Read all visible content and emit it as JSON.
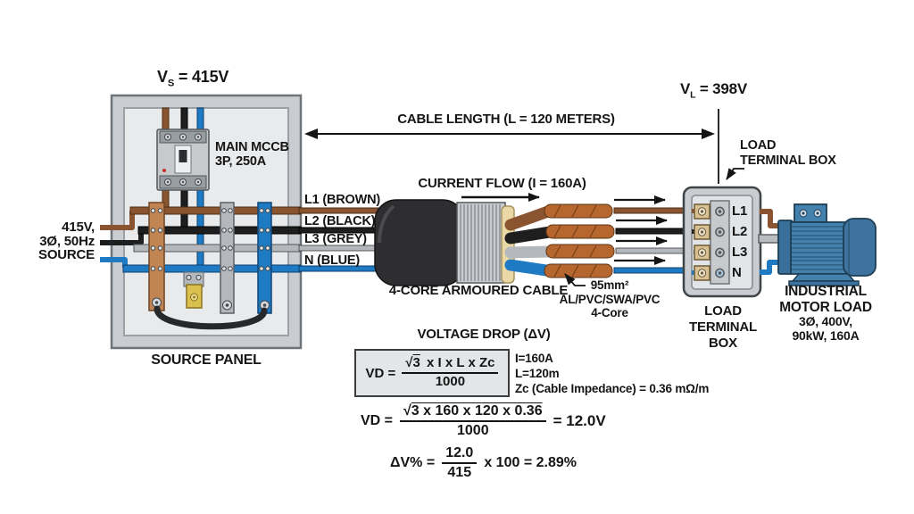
{
  "colors": {
    "brown": "#8a5430",
    "wire_black": "#1e1e1e",
    "wire_grey": "#b4b8bc",
    "wire_blue": "#1f7ac4",
    "copper_bus": "#c08552",
    "copper_strand": "#b5672f",
    "brass": "#d9c04f",
    "motor_blue": "#4581ad",
    "panel_grey": "#c9cdd1",
    "panel_inner": "#e8eaec",
    "armour_grey": "#c8ccd0",
    "bedding_cream": "#ead9a6",
    "sheath_black": "#2e2e30",
    "terminal_tan": "#d8c194"
  },
  "labels": {
    "vs": {
      "base": "V",
      "sub": "S",
      "rest": "= 415V"
    },
    "vl": {
      "base": "V",
      "sub": "L",
      "rest": "= 398V"
    },
    "cable_length": "CABLE LENGTH (L = 120 METERS)",
    "current_flow": "CURRENT FLOW (I = 160A)",
    "mccb": [
      "MAIN MCCB",
      "3P, 250A"
    ],
    "source": [
      "415V,",
      "3Ø, 50Hz",
      "SOURCE"
    ],
    "source_panel": "SOURCE PANEL",
    "wires": [
      "L1 (BROWN)",
      "L2 (BLACK)",
      "L3 (GREY)",
      "N (BLUE)"
    ],
    "cable": "4-CORE ARMOURED CABLE",
    "cable_spec": [
      "95mm²",
      "AL/PVC/SWA/PVC",
      "4-Core"
    ],
    "load_pointer": [
      "LOAD",
      "TERMINAL BOX"
    ],
    "terminals": [
      "L1",
      "L2",
      "L3",
      "N"
    ],
    "load_box": [
      "LOAD",
      "TERMINAL",
      "BOX"
    ],
    "motor": [
      "INDUSTRIAL",
      "MOTOR LOAD",
      "3Ø, 400V,",
      "90kW, 160A"
    ]
  },
  "calculation": {
    "title": "VOLTAGE DROP (ΔV)",
    "formula": {
      "lhs": "VD =",
      "radical": "√",
      "radicand": "3",
      "num_rest": "x I x L x Zc",
      "den": "1000"
    },
    "parameters": [
      "I=160A",
      "L=120m",
      "Zc (Cable Impedance) = 0.36 mΩ/m"
    ],
    "vd_calc": {
      "lhs": "VD =",
      "radical": "√",
      "radicand": "3 x 160 x 120 x 0.36",
      "den": "1000",
      "rhs": "= 12.0V"
    },
    "pct_calc": {
      "lhs": "ΔV% =",
      "num": "12.0",
      "den": "415",
      "rhs": "x 100 = 2.89%"
    }
  }
}
